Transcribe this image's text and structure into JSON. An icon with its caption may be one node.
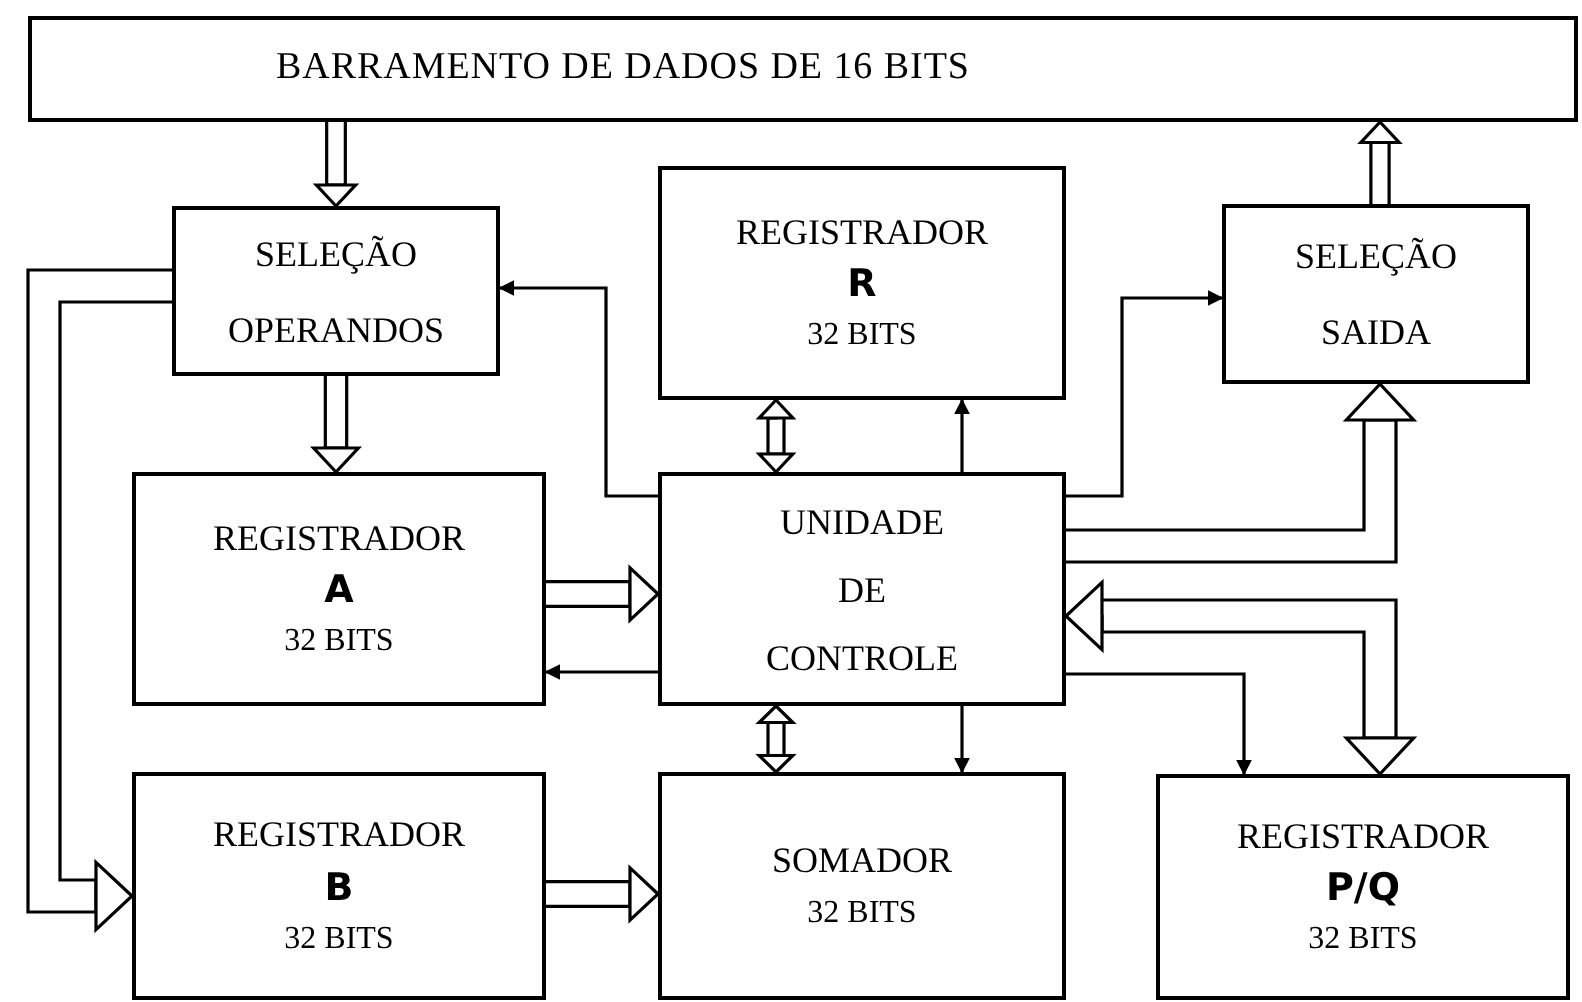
{
  "diagram": {
    "nodes": [
      {
        "text": [
          "BARRAMENTO DE DADOS DE 16 BITS"
        ]
      },
      {
        "text": [
          "SELEÇÃO OPERANDOS"
        ]
      },
      {
        "text": [
          "REGISTRADOR",
          "R",
          "32 BITS"
        ]
      },
      {
        "text": [
          "SELEÇÃO SAIDA"
        ]
      },
      {
        "text": [
          "REGISTRADOR",
          "A",
          "32 BITS"
        ]
      },
      {
        "text": [
          "UNIDADE DE CONTROLE"
        ]
      },
      {
        "text": [
          "REGISTRADOR",
          "B",
          "32 BITS"
        ]
      },
      {
        "text": [
          "SOMADOR",
          "32 BITS"
        ]
      },
      {
        "text": [
          "REGISTRADOR",
          "P/Q",
          "32 BITS"
        ]
      }
    ],
    "edges": [
      {
        "from": 0,
        "to": 1,
        "arrow": "to"
      },
      {
        "from": 3,
        "to": 0,
        "arrow": "to"
      },
      {
        "from": 1,
        "to": 4,
        "arrow": "to"
      },
      {
        "from": 1,
        "to": 6,
        "arrow": "to"
      },
      {
        "from": 5,
        "to": 1,
        "arrow": "to"
      },
      {
        "from": 2,
        "to": 5,
        "arrow": "both"
      },
      {
        "from": 5,
        "to": 2,
        "arrow": "to"
      },
      {
        "from": 5,
        "to": 3,
        "arrow": "to"
      },
      {
        "from": 4,
        "to": 5,
        "arrow": "to"
      },
      {
        "from": 5,
        "to": 4,
        "arrow": "to"
      },
      {
        "from": 5,
        "to": 7,
        "arrow": "both"
      },
      {
        "from": 5,
        "to": 7,
        "arrow": "to"
      },
      {
        "from": 6,
        "to": 7,
        "arrow": "to"
      },
      {
        "from": 5,
        "to": 3,
        "arrow": "to"
      },
      {
        "from": 5,
        "to": 8,
        "arrow": "both"
      },
      {
        "from": 5,
        "to": 8,
        "arrow": "to"
      }
    ]
  }
}
